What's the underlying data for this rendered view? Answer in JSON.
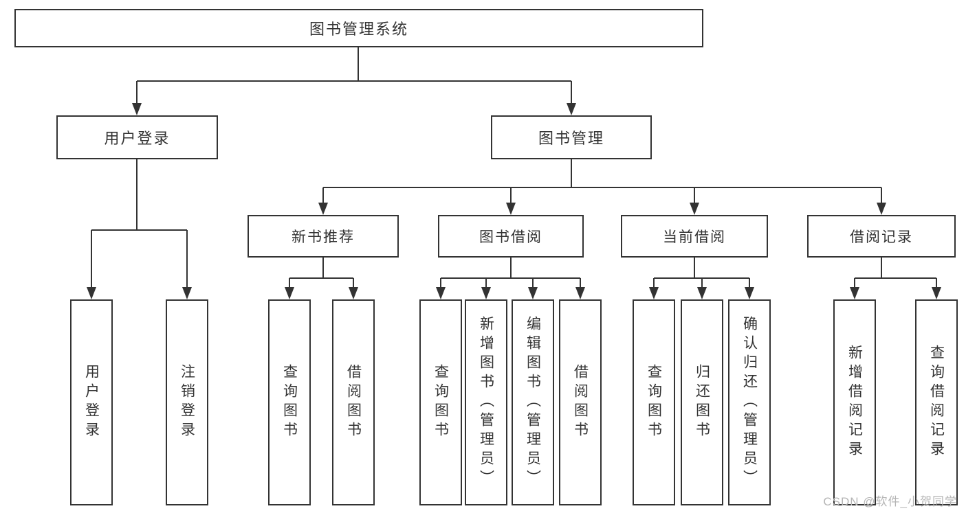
{
  "diagram": {
    "title": "图书管理系统",
    "root": {
      "label": "图书管理系统"
    },
    "level2": [
      {
        "label": "用户登录"
      },
      {
        "label": "图书管理"
      }
    ],
    "level3": [
      {
        "label": "新书推荐",
        "parent": "图书管理"
      },
      {
        "label": "图书借阅",
        "parent": "图书管理"
      },
      {
        "label": "当前借阅",
        "parent": "图书管理"
      },
      {
        "label": "借阅记录",
        "parent": "图书管理"
      }
    ],
    "leaves": [
      {
        "label": "用户登录",
        "parent": "用户登录"
      },
      {
        "label": "注销登录",
        "parent": "用户登录"
      },
      {
        "label": "查询图书",
        "parent": "新书推荐"
      },
      {
        "label": "借阅图书",
        "parent": "新书推荐"
      },
      {
        "label": "查询图书",
        "parent": "图书借阅"
      },
      {
        "label": "新增图书（管理员）",
        "parent": "图书借阅"
      },
      {
        "label": "编辑图书（管理员）",
        "parent": "图书借阅"
      },
      {
        "label": "借阅图书",
        "parent": "图书借阅"
      },
      {
        "label": "查询图书",
        "parent": "当前借阅"
      },
      {
        "label": "归还图书",
        "parent": "当前借阅"
      },
      {
        "label": "确认归还（管理员）",
        "parent": "当前借阅"
      },
      {
        "label": "新增借阅记录",
        "parent": "借阅记录"
      },
      {
        "label": "查询借阅记录",
        "parent": "借阅记录"
      }
    ]
  },
  "watermark": {
    "text": "CSDN @软件_小贺同学"
  },
  "colors": {
    "background": "#ffffff",
    "box_fill": "#ffffff",
    "box_border": "#333333",
    "connector_line": "#333333",
    "arrowhead": "#333333",
    "text": "#333333",
    "watermark_text": "#b5b5b5"
  }
}
